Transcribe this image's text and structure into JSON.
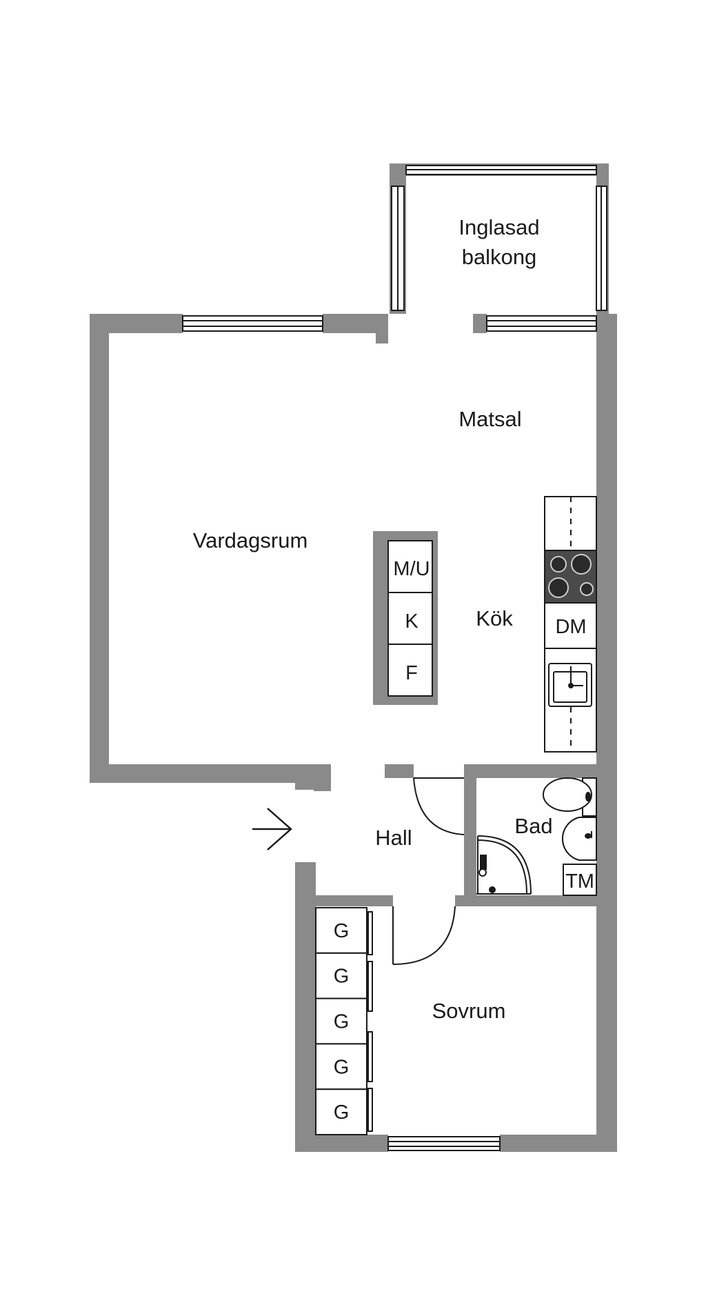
{
  "rooms": {
    "balcony_line1": "Inglasad",
    "balcony_line2": "balkong",
    "dining": "Matsal",
    "living": "Vardagsrum",
    "kitchen": "Kök",
    "hall": "Hall",
    "bath": "Bad",
    "bedroom": "Sovrum"
  },
  "fixtures": {
    "microwave": "M/U",
    "fridge": "K",
    "freezer": "F",
    "dishwasher": "DM",
    "dryer": "TM",
    "wardrobes": [
      "G",
      "G",
      "G",
      "G",
      "G"
    ]
  },
  "colors": {
    "wall": "#8a8a8a",
    "stroke": "#1a1a1a",
    "stove": "#4a4a4a"
  }
}
